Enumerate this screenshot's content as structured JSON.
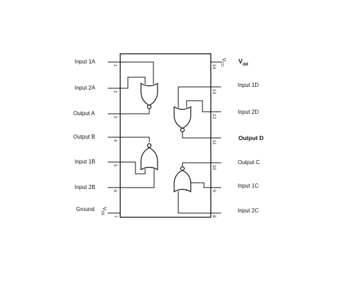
{
  "chip": {
    "vcc_main": "V",
    "vcc_sub": "CC",
    "vss_main": "V",
    "vss_sub": "SS"
  },
  "pins": {
    "p1": {
      "number": "1",
      "name": "Input 1A"
    },
    "p2": {
      "number": "2",
      "name": "Input 2A"
    },
    "p3": {
      "number": "3",
      "name": "Output A"
    },
    "p4": {
      "number": "4",
      "name": "Output B"
    },
    "p5": {
      "number": "5",
      "name": "Input 1B"
    },
    "p6": {
      "number": "6",
      "name": "Input 2B"
    },
    "p7": {
      "number": "7",
      "name": "Ground"
    },
    "p8": {
      "number": "8",
      "name": "Input 2C"
    },
    "p9": {
      "number": "9",
      "name": "Input 1C"
    },
    "p10": {
      "number": "10",
      "name": "Output C"
    },
    "p11": {
      "number": "11",
      "name": "Output D"
    },
    "p12": {
      "number": "12",
      "name": "Input 2D"
    },
    "p13": {
      "number": "13",
      "name": "Input 1D"
    },
    "p14": {
      "number": "14",
      "name_main": "V",
      "name_sub": "dd"
    }
  }
}
